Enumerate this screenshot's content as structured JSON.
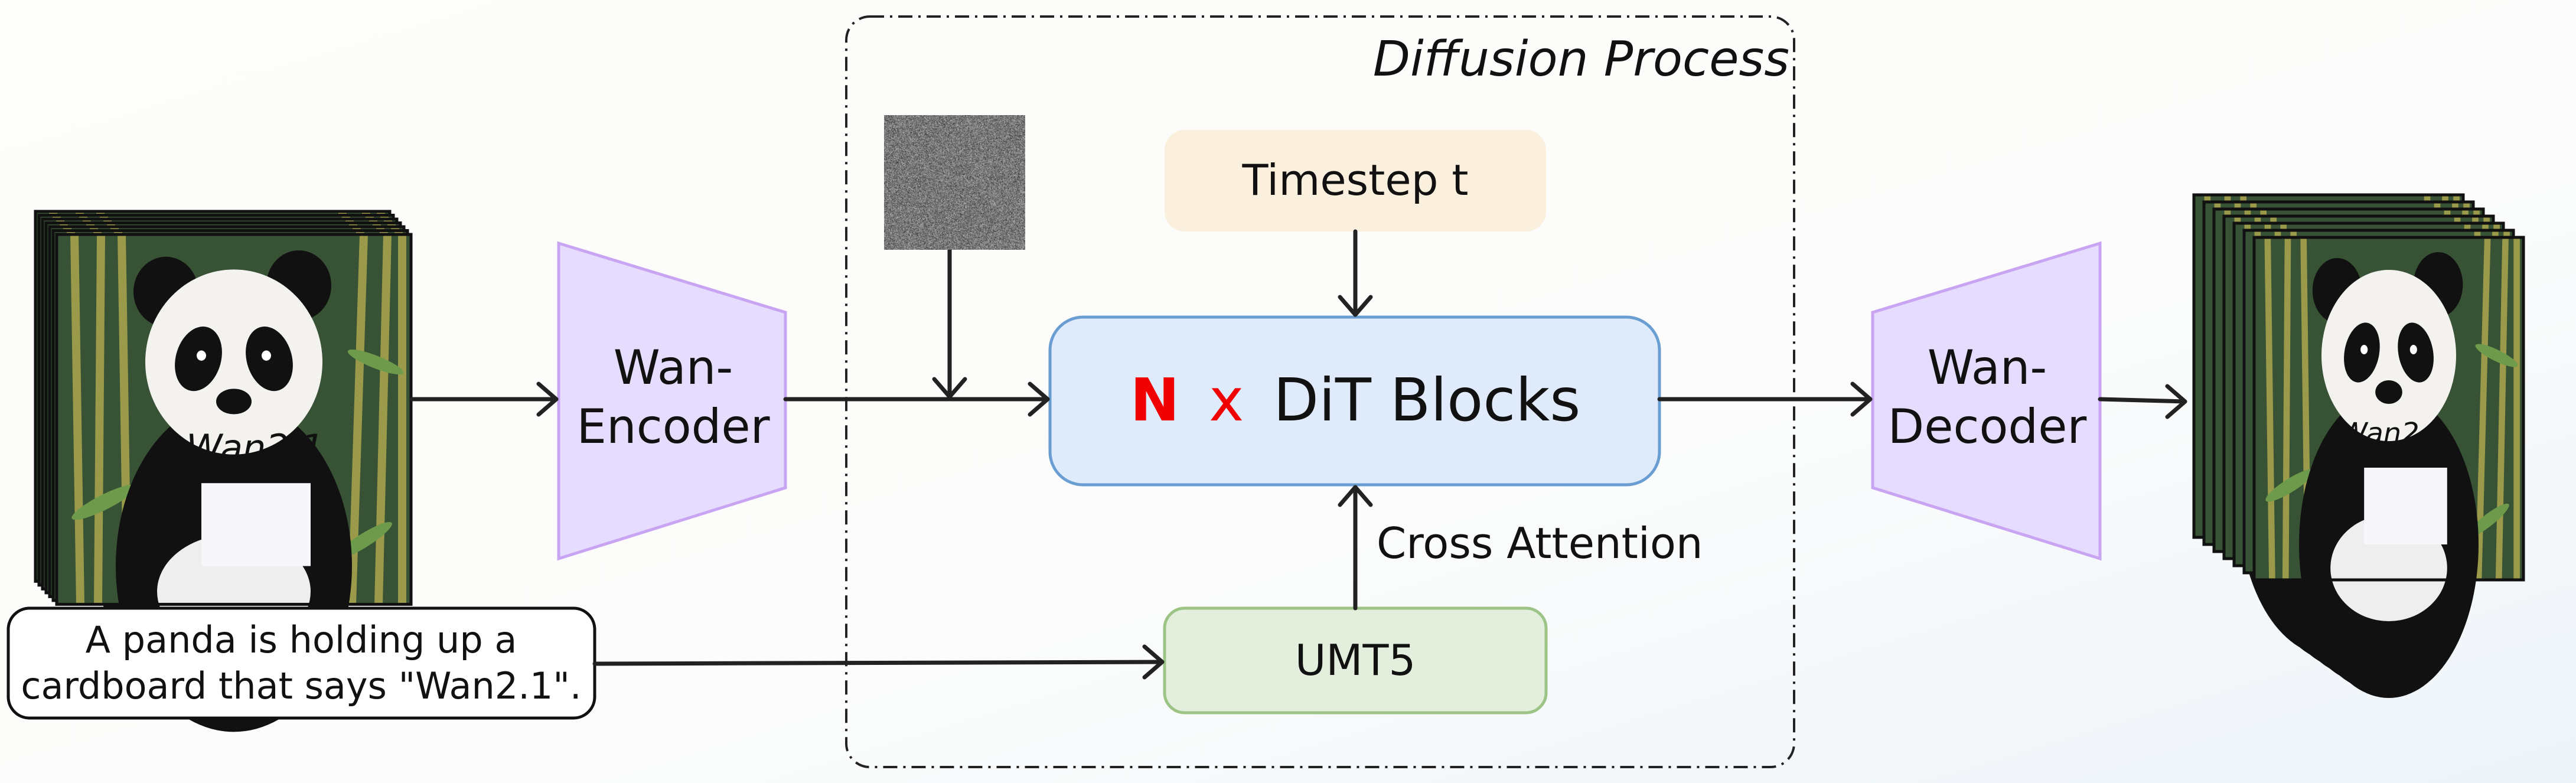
{
  "diagram": {
    "title": "Diffusion Process",
    "input_video": {
      "sign_text": "Wan2.1"
    },
    "encoder": {
      "line1": "Wan-",
      "line2": "Encoder"
    },
    "decoder": {
      "line1": "Wan-",
      "line2": "Decoder"
    },
    "prompt": {
      "line1": "A panda is holding up a",
      "line2": "cardboard that says \"Wan2.1\"."
    },
    "timestep": {
      "label": "Timestep t"
    },
    "dit": {
      "n": "N",
      "x": "x",
      "label": "DiT Blocks"
    },
    "cross_attention": {
      "label": "Cross Attention"
    },
    "text_encoder": {
      "label": "UMT5"
    },
    "output_video": {
      "sign_text": "Wan2.1"
    }
  },
  "colors": {
    "encoder_fill": "#e6dcfd",
    "encoder_stroke": "#c9a4f2",
    "timestep_fill": "#faf0dd",
    "dit_fill": "#dfeafb",
    "dit_stroke": "#6a9ed3",
    "umt5_fill": "#e3efdc",
    "umt5_stroke": "#9cc487",
    "accent_red": "#f00000"
  }
}
